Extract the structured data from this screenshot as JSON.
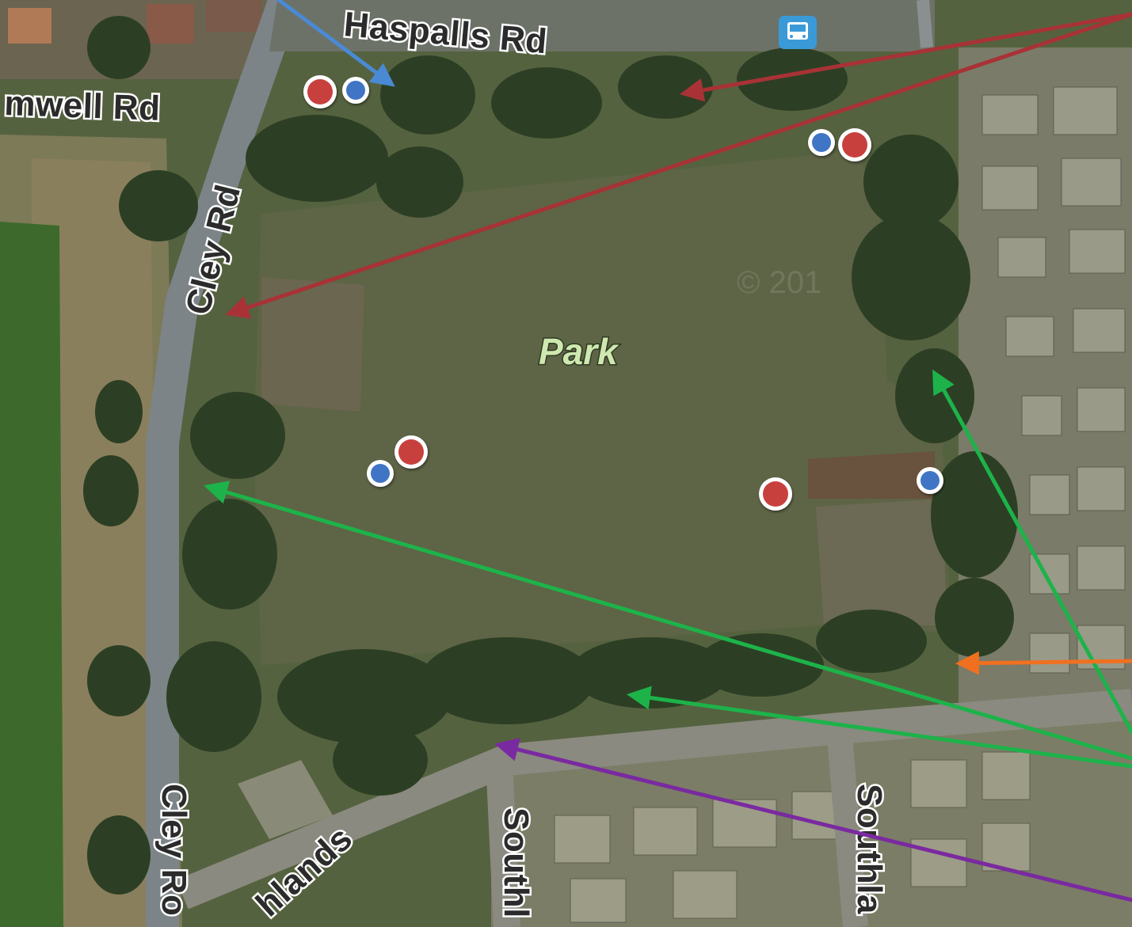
{
  "map": {
    "park_label": "Park",
    "roads": {
      "haspalls": "Haspalls Rd",
      "mwell": "mwell Rd",
      "cley_upper": "Cley Rd",
      "cley_lower": "Cley Ro",
      "hlands": "hlands",
      "southl_left": "Southl",
      "southl_right": "Southla"
    },
    "watermark": "© 201"
  },
  "markers": {
    "red_color": "#c8403c",
    "blue_color": "#3f74c6"
  },
  "annotations": {
    "colors": {
      "blue": "#4a8ad4",
      "red": "#a83236",
      "green": "#1db34a",
      "orange": "#f07020",
      "purple": "#7a2aa0"
    }
  },
  "icons": {
    "bus_stop": "bus-stop-icon"
  }
}
